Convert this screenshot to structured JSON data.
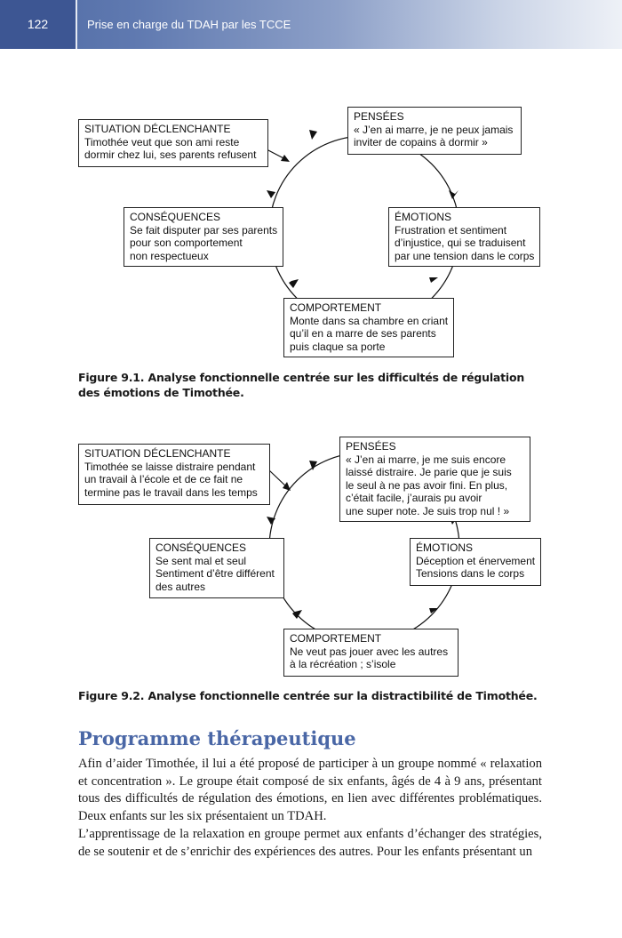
{
  "header": {
    "page_number": "122",
    "running_title": "Prise en charge du TDAH par les TCCE",
    "color": "#4f6aa4"
  },
  "figure1": {
    "boxes": {
      "situation": {
        "title": "SITUATION DÉCLENCHANTE",
        "body": "Timothée veut que son ami reste\ndormir chez lui, ses parents refusent"
      },
      "pensees": {
        "title": "PENSÉES",
        "body": "« J’en ai marre, je ne peux jamais\ninviter de copains à dormir »"
      },
      "emotions": {
        "title": "ÉMOTIONS",
        "body": "Frustration et sentiment\nd’injustice, qui se traduisent\npar une tension dans le corps"
      },
      "comportement": {
        "title": "COMPORTEMENT",
        "body": "Monte dans sa chambre en criant\nqu’il en a marre de ses parents\npuis claque sa porte"
      },
      "consequences": {
        "title": "CONSÉQUENCES",
        "body": "Se fait disputer par ses parents\npour son comportement\nnon respectueux"
      }
    },
    "caption": "Figure 9.1. Analyse fonctionnelle centrée sur les difficultés de régulation des émotions de Timothée."
  },
  "figure2": {
    "boxes": {
      "situation": {
        "title": "SITUATION DÉCLENCHANTE",
        "body": "Timothée se laisse distraire pendant\nun travail à l’école et de ce fait ne\ntermine pas le travail dans les temps"
      },
      "pensees": {
        "title": "PENSÉES",
        "body": "« J’en ai marre, je me suis encore\nlaissé distraire. Je parie que je suis\nle seul à ne pas avoir fini. En plus,\nc’était facile, j’aurais pu avoir\nune super note. Je suis trop nul ! »"
      },
      "emotions": {
        "title": "ÉMOTIONS",
        "body": "Déception et énervement\nTensions dans le corps"
      },
      "comportement": {
        "title": "COMPORTEMENT",
        "body": "Ne veut pas jouer avec les autres\nà la récréation ; s’isole"
      },
      "consequences": {
        "title": "CONSÉQUENCES",
        "body": "Se sent mal et seul\nSentiment d’être différent\ndes autres"
      }
    },
    "caption": "Figure 9.2. Analyse fonctionnelle centrée sur la distractibilité de Timothée."
  },
  "section": {
    "title": "Programme thérapeutique",
    "color": "#4a67a6",
    "paragraphs": [
      "Afin d’aider Timothée, il lui a été proposé de participer à un groupe nommé « relaxation et concentration ». Le groupe était composé de six enfants, âgés de 4 à 9 ans, présentant tous des difficultés de régulation des émotions, en lien avec différentes problématiques. Deux enfants sur les six présentaient un TDAH.",
      "L’apprentissage de la relaxation en groupe permet aux enfants d’échanger des stratégies, de se soutenir et de s’enrichir des expériences des autres. Pour les enfants présentant un"
    ]
  }
}
